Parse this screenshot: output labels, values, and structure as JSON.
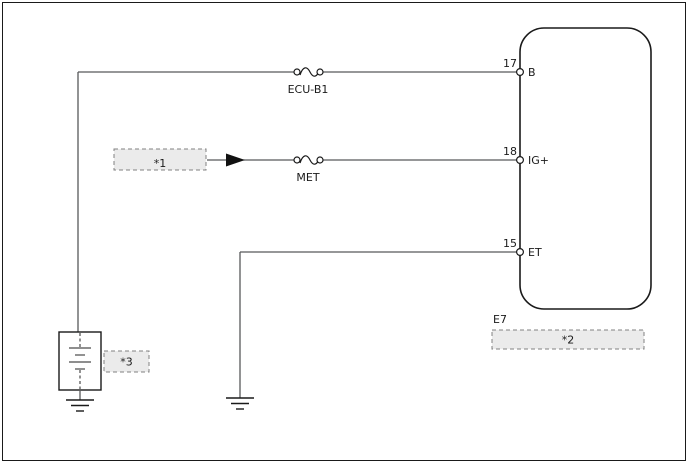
{
  "diagram": {
    "title_hint": "ECU power source wiring diagram",
    "connector": {
      "code": "E7",
      "placeholder": "*2",
      "pins": [
        {
          "num": "17",
          "name": "B"
        },
        {
          "num": "18",
          "name": "IG+"
        },
        {
          "num": "15",
          "name": "ET"
        }
      ]
    },
    "fuses": [
      {
        "label": "ECU-B1"
      },
      {
        "label": "MET"
      }
    ],
    "meter_placeholder": "*1",
    "battery_placeholder": "*3"
  },
  "colors": {
    "wire": "#58595b",
    "outline": "#1a1a1a",
    "placeholder_fill": "#ebebeb",
    "placeholder_border": "#808080"
  }
}
